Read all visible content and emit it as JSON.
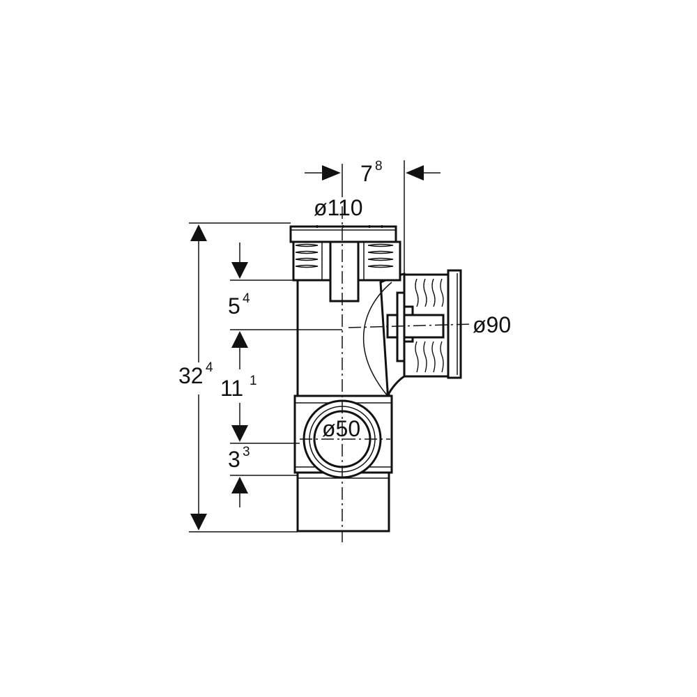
{
  "drawing": {
    "diameters": {
      "main_pipe": "ø110",
      "side_branch": "ø90",
      "small_branch": "ø50"
    },
    "dimensions": {
      "offset_top": {
        "main": "7",
        "sup": "8"
      },
      "total_height": {
        "main": "32",
        "sup": "4"
      },
      "upper_offset": {
        "main": "5",
        "sup": "4"
      },
      "branch_spacing": {
        "main": "11",
        "sup": "1"
      },
      "lower_offset": {
        "main": "3",
        "sup": "3"
      }
    },
    "colors": {
      "ink": "#111111",
      "background": "#ffffff"
    }
  }
}
